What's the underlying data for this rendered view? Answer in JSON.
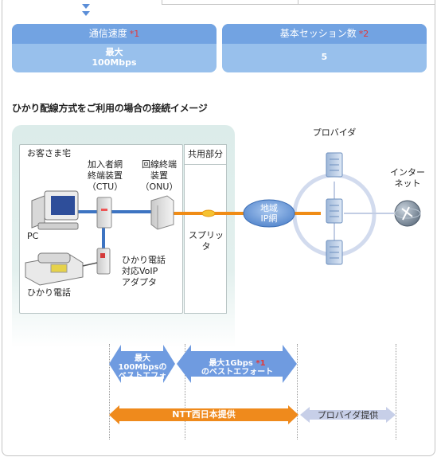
{
  "spec_cards": [
    {
      "title": "通信速度",
      "note": "*1",
      "value_line1": "最大",
      "value_line2": "100Mbps"
    },
    {
      "title": "基本セッション数",
      "note": "*2",
      "value_line1": "5",
      "value_line2": ""
    }
  ],
  "section_title": "ひかり配線方式をご利用の場合の接続イメージ",
  "diagram": {
    "home_label": "お客さま宅",
    "shared_label": "共用部分",
    "ctu_label": [
      "加入者網",
      "終端装置",
      "（CTU）"
    ],
    "onu_label": [
      "回線終端",
      "装置",
      "（ONU）"
    ],
    "pc_label": "PC",
    "voip_label": [
      "ひかり電話",
      "対応VoIP",
      "アダプタ"
    ],
    "phone_label": "ひかり電話",
    "splitter_label": "スプリッタ",
    "regional_ip_label": [
      "地域",
      "IP網"
    ],
    "provider_label": "プロバイダ",
    "internet_label": [
      "インター",
      "ネット"
    ]
  },
  "ranges": [
    {
      "line1": "最大",
      "line2": "100Mbpsの",
      "line3": "ベストエフォート",
      "note": ""
    },
    {
      "line1": "最大1Gbps",
      "line2": "のベストエフォート",
      "line3": "",
      "note": "*1"
    }
  ],
  "providers": [
    {
      "label": "NTT西日本提供",
      "color": "#ef8a1c"
    },
    {
      "label": "プロバイダ提供",
      "color": "#c7cfe8"
    }
  ]
}
